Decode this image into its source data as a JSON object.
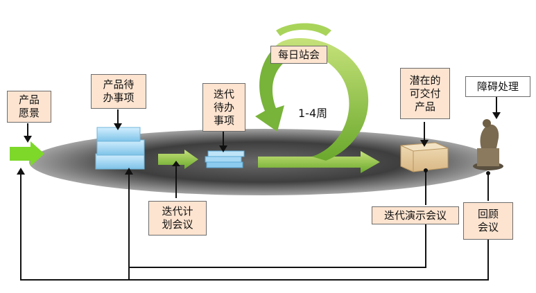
{
  "labels": {
    "product_vision": "产品\n愿景",
    "product_backlog": "产品待\n办事项",
    "sprint_backlog": "迭代\n待办\n事项",
    "daily_standup": "每日站会",
    "cycle_length": "1-4周",
    "potentially_shippable": "潜在的\n可交付\n产品",
    "impediment_handling": "障碍处理",
    "sprint_planning": "迭代计\n划会议",
    "sprint_review": "迭代演示会议",
    "retrospective": "回顾\n会议"
  },
  "colors": {
    "label_box_fill": "#fde4d0",
    "arrow_green": "#8cc63f",
    "ellipse_gray": "#4a4a4a",
    "backlog_blue": "#a8d8f0",
    "box_brown": "#e6c99a"
  },
  "icons": {
    "statue": "thinker-statue-icon",
    "package": "cardboard-box-icon"
  }
}
